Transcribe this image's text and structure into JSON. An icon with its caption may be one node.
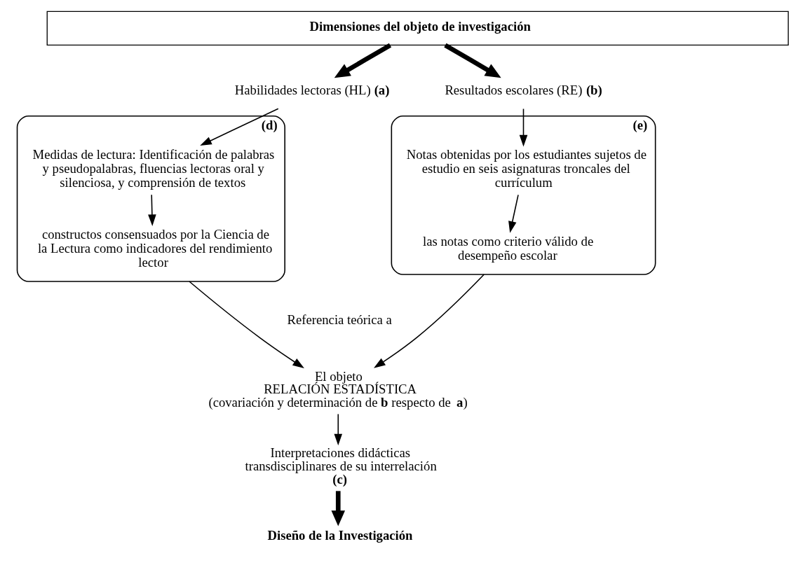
{
  "diagram": {
    "nodes": [
      {
        "text": [
          "Dimensiones del objeto de investigación"
        ]
      },
      {
        "text": [
          "Habilidades lectoras (HL) **(a)**"
        ]
      },
      {
        "text": [
          "Resultados escolares (RE) **(b)**"
        ]
      },
      {
        "text": [
          "(d)"
        ]
      },
      {
        "text": [
          "Medidas de lectura: Identificación de palabras y pseudopalabras, fluencias lectoras oral y silenciosa, y comprensión de textos"
        ],
        "in": 3
      },
      {
        "text": [
          "constructos consensuados por la Ciencia de la Lectura como indicadores del rendimiento lector"
        ],
        "in": 3
      },
      {
        "text": [
          "(e)"
        ]
      },
      {
        "text": [
          "Notas obtenidas por los estudiantes sujetos de estudio en seis asignaturas troncales del currículum"
        ],
        "in": 6
      },
      {
        "text": [
          "las notas como criterio válido de desempeño escolar"
        ],
        "in": 6
      },
      {
        "text": [
          "El objeto",
          "RELACIÓN ESTADÍSTICA",
          "(covariación y determinación de **b** respecto de **a**)"
        ]
      },
      {
        "text": [
          "Interpretaciones didácticas transdisciplinares de su interrelación **(c)**"
        ]
      },
      {
        "text": [
          "Diseño de la Investigación"
        ]
      }
    ],
    "edges": [
      {
        "from": 0,
        "to": 1,
        "arrow": "to",
        "style": "thick"
      },
      {
        "from": 0,
        "to": 2,
        "arrow": "to",
        "style": "thick"
      },
      {
        "from": 1,
        "to": 4,
        "arrow": "to"
      },
      {
        "from": 2,
        "to": 7,
        "arrow": "to"
      },
      {
        "from": 4,
        "to": 5,
        "arrow": "to"
      },
      {
        "from": 7,
        "to": 8,
        "arrow": "to"
      },
      {
        "from": 3,
        "to": 9,
        "arrow": "to"
      },
      {
        "from": 6,
        "to": 9,
        "arrow": "to"
      },
      {
        "from": 9,
        "to": 10,
        "arrow": "to"
      },
      {
        "from": 10,
        "to": 11,
        "arrow": "to",
        "style": "thick"
      }
    ],
    "labels": [
      "Referencia teórica a"
    ]
  }
}
